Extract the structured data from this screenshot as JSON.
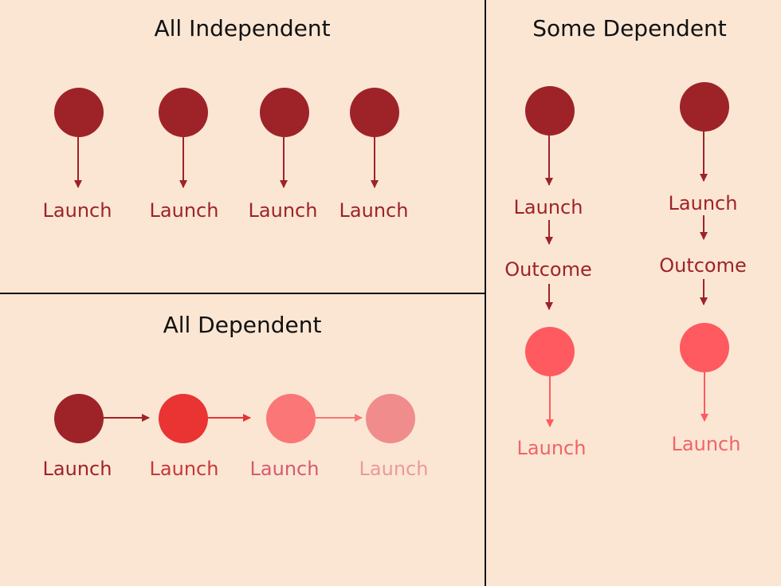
{
  "panels": {
    "all_independent": {
      "title": "All Independent",
      "items": [
        {
          "label": "Launch"
        },
        {
          "label": "Launch"
        },
        {
          "label": "Launch"
        },
        {
          "label": "Launch"
        }
      ]
    },
    "all_dependent": {
      "title": "All Dependent",
      "items": [
        {
          "label": "Launch"
        },
        {
          "label": "Launch"
        },
        {
          "label": "Launch"
        },
        {
          "label": "Launch"
        }
      ]
    },
    "some_dependent": {
      "title": "Some Dependent",
      "columns": [
        {
          "first_label": "Launch",
          "middle_label": "Outcome",
          "last_label": "Launch"
        },
        {
          "first_label": "Launch",
          "middle_label": "Outcome",
          "last_label": "Launch"
        }
      ]
    }
  },
  "colors": {
    "background": "#fbe6d4",
    "divider": "#111111",
    "dark_red": "#9e2328",
    "bright_red": "#ea3333",
    "salmon": "#fb7676",
    "pale_salmon": "#f08c8c",
    "coral": "#ff5a5f",
    "label_dark": "#9e2328",
    "label_bright": "#c83737",
    "label_pink": "#d65a6e",
    "label_pale": "#eb9a9a",
    "label_coral": "#f06468"
  }
}
